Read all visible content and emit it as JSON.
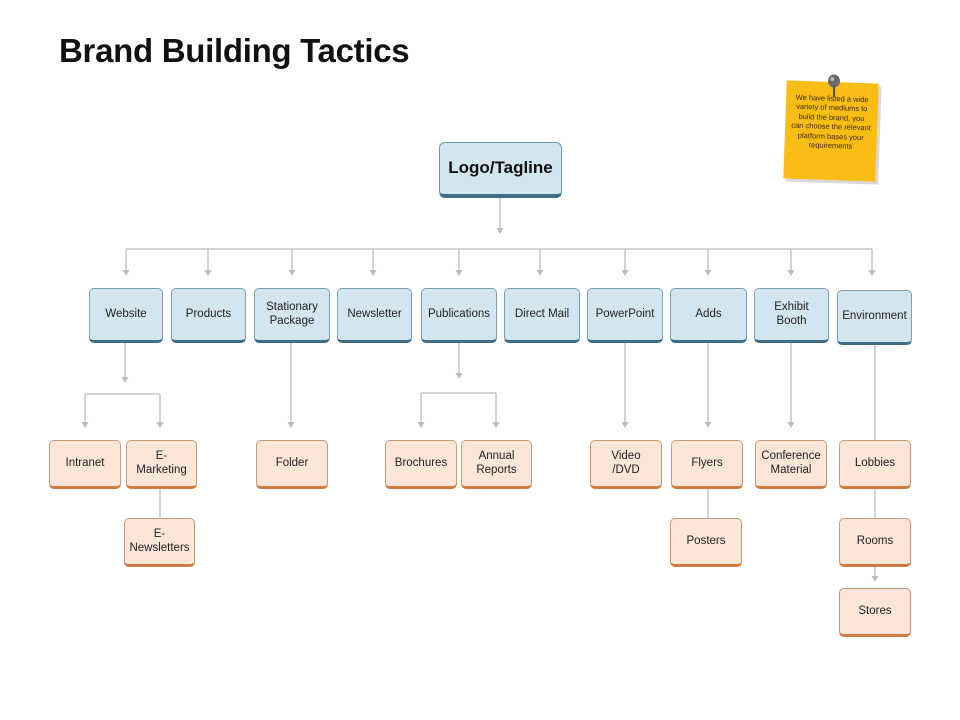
{
  "title": "Brand Building Tactics",
  "note_text": "We have listed a wide variety of mediums to build the brand, you can choose the relevant platform bases your requirements",
  "colors": {
    "level1": "#d3e6f0",
    "level2": "#fbe6d8",
    "connector": "#bdbdbd",
    "note": "#f9bd16"
  },
  "icons": {
    "note_pin": "pushpin-icon"
  },
  "root": {
    "label": "Logo/Tagline"
  },
  "categories": [
    {
      "label": "Website",
      "children": [
        {
          "label": "Intranet"
        },
        {
          "label": "E-\nMarketing"
        },
        {
          "label": "E-\nNewsletters"
        }
      ]
    },
    {
      "label": "Products",
      "children": []
    },
    {
      "label": "Stationary\nPackage",
      "children": [
        {
          "label": "Folder"
        }
      ]
    },
    {
      "label": "Newsletter",
      "children": []
    },
    {
      "label": "Publications",
      "children": [
        {
          "label": "Brochures"
        },
        {
          "label": "Annual\nReports"
        }
      ]
    },
    {
      "label": "Direct Mail",
      "children": []
    },
    {
      "label": "PowerPoint",
      "children": [
        {
          "label": "Video\n/DVD"
        }
      ]
    },
    {
      "label": "Adds",
      "children": [
        {
          "label": "Flyers"
        },
        {
          "label": "Posters"
        }
      ]
    },
    {
      "label": "Exhibit\nBooth",
      "children": [
        {
          "label": "Conference\nMaterial"
        }
      ]
    },
    {
      "label": "Environment",
      "children": [
        {
          "label": "Lobbies"
        },
        {
          "label": "Rooms"
        },
        {
          "label": "Stores"
        }
      ]
    }
  ]
}
